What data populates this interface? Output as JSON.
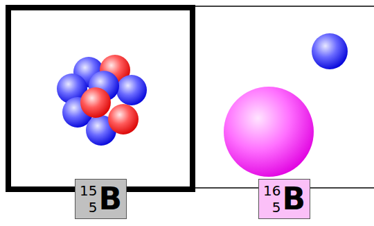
{
  "diagram": {
    "nodes": [
      {
        "text": [
          "15",
          "5",
          "B"
        ]
      },
      {
        "text": [
          "16",
          "5",
          "B"
        ]
      }
    ]
  }
}
